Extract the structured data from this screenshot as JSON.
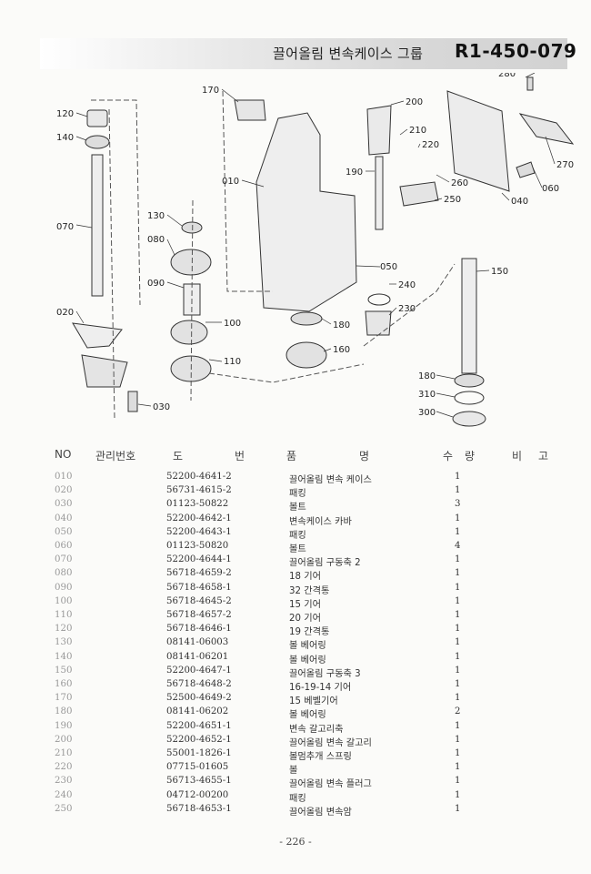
{
  "header": {
    "title": "끌어올림 변속케이스 그룹",
    "code": "R1-450-079"
  },
  "callouts": {
    "c120": "120",
    "c140": "140",
    "c070": "070",
    "c020": "020",
    "c030": "030",
    "c170": "170",
    "c010": "010",
    "c130": "130",
    "c080": "080",
    "c090": "090",
    "c100": "100",
    "c110": "110",
    "c200": "200",
    "c210": "210",
    "c220": "220",
    "c190": "190",
    "c260": "260",
    "c250": "250",
    "c280": "280",
    "c270": "270",
    "c060": "060",
    "c040": "040",
    "c050": "050",
    "c240": "240",
    "c230": "230",
    "c180a": "180",
    "c160": "160",
    "c150": "150",
    "c180b": "180",
    "c310": "310",
    "c300": "300"
  },
  "table": {
    "headers": {
      "no": "NO",
      "mgmt": "관리번호",
      "drawing_1": "도",
      "drawing_2": "번",
      "name_1": "품",
      "name_2": "명",
      "qty_1": "수",
      "qty_2": "량",
      "note_1": "비",
      "note_2": "고"
    },
    "rows": [
      {
        "no": "010",
        "part": "52200-4641-2",
        "name": "끌어올림 변속 케이스",
        "qty": "1"
      },
      {
        "no": "020",
        "part": "56731-4615-2",
        "name": "패킹",
        "qty": "1"
      },
      {
        "no": "030",
        "part": "01123-50822",
        "name": "볼트",
        "qty": "3"
      },
      {
        "no": "040",
        "part": "52200-4642-1",
        "name": "변속케이스 카바",
        "qty": "1"
      },
      {
        "no": "050",
        "part": "52200-4643-1",
        "name": "패킹",
        "qty": "1"
      },
      {
        "no": "060",
        "part": "01123-50820",
        "name": "볼트",
        "qty": "4"
      },
      {
        "no": "070",
        "part": "52200-4644-1",
        "name": "끌어올림 구동축 2",
        "qty": "1"
      },
      {
        "no": "080",
        "part": "56718-4659-2",
        "name": "18 기어",
        "qty": "1"
      },
      {
        "no": "090",
        "part": "56718-4658-1",
        "name": "32 간격통",
        "qty": "1"
      },
      {
        "no": "100",
        "part": "56718-4645-2",
        "name": "15 기어",
        "qty": "1"
      },
      {
        "no": "110",
        "part": "56718-4657-2",
        "name": "20 기어",
        "qty": "1"
      },
      {
        "no": "120",
        "part": "56718-4646-1",
        "name": "19 간격통",
        "qty": "1"
      },
      {
        "no": "130",
        "part": "08141-06003",
        "name": "볼 베어링",
        "qty": "1"
      },
      {
        "no": "140",
        "part": "08141-06201",
        "name": "볼 베어링",
        "qty": "1"
      },
      {
        "no": "150",
        "part": "52200-4647-1",
        "name": "끌어올림 구동축 3",
        "qty": "1"
      },
      {
        "no": "160",
        "part": "56718-4648-2",
        "name": "16-19-14 기어",
        "qty": "1"
      },
      {
        "no": "170",
        "part": "52500-4649-2",
        "name": "15 베벨기어",
        "qty": "1"
      },
      {
        "no": "180",
        "part": "08141-06202",
        "name": "볼 베어링",
        "qty": "2"
      },
      {
        "no": "190",
        "part": "52200-4651-1",
        "name": "변속 갈고리축",
        "qty": "1"
      },
      {
        "no": "200",
        "part": "52200-4652-1",
        "name": "끌어올림 변속 갈고리",
        "qty": "1"
      },
      {
        "no": "210",
        "part": "55001-1826-1",
        "name": "볼멈추개 스프링",
        "qty": "1"
      },
      {
        "no": "220",
        "part": "07715-01605",
        "name": "볼",
        "qty": "1"
      },
      {
        "no": "230",
        "part": "56713-4655-1",
        "name": "끌어올림 변속 플러그",
        "qty": "1"
      },
      {
        "no": "240",
        "part": "04712-00200",
        "name": "패킹",
        "qty": "1"
      },
      {
        "no": "250",
        "part": "56718-4653-1",
        "name": "끌어올림 변속암",
        "qty": "1"
      }
    ]
  },
  "page_number": "- 226 -"
}
